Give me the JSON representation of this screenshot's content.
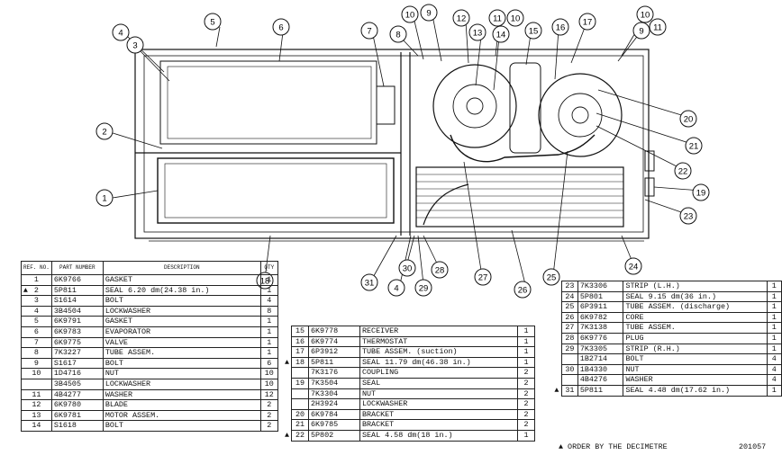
{
  "callouts": [
    {
      "n": "5"
    },
    {
      "n": "6"
    },
    {
      "n": "4"
    },
    {
      "n": "3"
    },
    {
      "n": "2"
    },
    {
      "n": "1"
    },
    {
      "n": "10"
    },
    {
      "n": "9"
    },
    {
      "n": "8"
    },
    {
      "n": "12"
    },
    {
      "n": "13"
    },
    {
      "n": "11"
    },
    {
      "n": "10"
    },
    {
      "n": "14"
    },
    {
      "n": "15"
    },
    {
      "n": "16"
    },
    {
      "n": "17"
    },
    {
      "n": "10"
    },
    {
      "n": "9"
    },
    {
      "n": "11"
    },
    {
      "n": "7"
    },
    {
      "n": "20"
    },
    {
      "n": "21"
    },
    {
      "n": "22"
    },
    {
      "n": "19"
    },
    {
      "n": "23"
    },
    {
      "n": "24"
    },
    {
      "n": "18"
    },
    {
      "n": "31"
    },
    {
      "n": "30"
    },
    {
      "n": "28"
    },
    {
      "n": "4"
    },
    {
      "n": "29"
    },
    {
      "n": "27"
    },
    {
      "n": "26"
    },
    {
      "n": "25"
    }
  ],
  "table_header": {
    "ref_no": "REF. NO.",
    "part_number": "PART NUMBER",
    "description": "DESCRIPTION",
    "qty": "QTY"
  },
  "table1": [
    {
      "mark": "",
      "no": "1",
      "part": "6K9766",
      "desc": "GASKET",
      "qty": "1"
    },
    {
      "mark": "▲",
      "no": "2",
      "part": "5P811",
      "desc": "SEAL         6.20 dm(24.38 in.)",
      "qty": "1"
    },
    {
      "mark": "",
      "no": "3",
      "part": "S1614",
      "desc": "BOLT",
      "qty": "4"
    },
    {
      "mark": "",
      "no": "4",
      "part": "3B4504",
      "desc": "LOCKWASHER",
      "qty": "8"
    },
    {
      "mark": "",
      "no": "5",
      "part": "6K9791",
      "desc": "GASKET",
      "qty": "1"
    },
    {
      "mark": "",
      "no": "6",
      "part": "6K9783",
      "desc": "EVAPORATOR",
      "qty": "1"
    },
    {
      "mark": "",
      "no": "7",
      "part": "6K9775",
      "desc": "VALVE",
      "qty": "1"
    },
    {
      "mark": "",
      "no": "8",
      "part": "7K3227",
      "desc": "TUBE ASSEM.",
      "qty": "1"
    },
    {
      "mark": "",
      "no": "9",
      "part": "S1617",
      "desc": "BOLT",
      "qty": "6"
    },
    {
      "mark": "",
      "no": "10",
      "part": "1D4716",
      "desc": "NUT",
      "qty": "10"
    },
    {
      "mark": "",
      "no": "",
      "part": "3B4505",
      "desc": "LOCKWASHER",
      "qty": "10"
    },
    {
      "mark": "",
      "no": "11",
      "part": "4B4277",
      "desc": "WASHER",
      "qty": "12"
    },
    {
      "mark": "",
      "no": "12",
      "part": "6K9780",
      "desc": "BLADE",
      "qty": "2"
    },
    {
      "mark": "",
      "no": "13",
      "part": "6K9781",
      "desc": "MOTOR ASSEM.",
      "qty": "2"
    },
    {
      "mark": "",
      "no": "14",
      "part": "S1618",
      "desc": "BOLT",
      "qty": "2"
    }
  ],
  "table2": [
    {
      "mark": "",
      "no": "15",
      "part": "6K9778",
      "desc": "RECEIVER",
      "qty": "1"
    },
    {
      "mark": "",
      "no": "16",
      "part": "6K9774",
      "desc": "THERMOSTAT",
      "qty": "1"
    },
    {
      "mark": "",
      "no": "17",
      "part": "6P3912",
      "desc": "TUBE ASSEM.   (suction)",
      "qty": "1"
    },
    {
      "mark": "▲",
      "no": "18",
      "part": "5P811",
      "desc": "SEAL        11.79 dm(46.38 in.)",
      "qty": "1"
    },
    {
      "mark": "",
      "no": "",
      "part": "7K3176",
      "desc": "COUPLING",
      "qty": "2"
    },
    {
      "mark": "",
      "no": "19",
      "part": "7K3504",
      "desc": "SEAL",
      "qty": "2"
    },
    {
      "mark": "",
      "no": "",
      "part": "7K3304",
      "desc": "NUT",
      "qty": "2"
    },
    {
      "mark": "",
      "no": "",
      "part": "2H3924",
      "desc": "LOCKWASHER",
      "qty": "2"
    },
    {
      "mark": "",
      "no": "20",
      "part": "6K9784",
      "desc": "BRACKET",
      "qty": "2"
    },
    {
      "mark": "",
      "no": "21",
      "part": "6K9785",
      "desc": "BRACKET",
      "qty": "2"
    },
    {
      "mark": "▲",
      "no": "22",
      "part": "5P802",
      "desc": "SEAL        4.58 dm(18 in.)",
      "qty": "1"
    }
  ],
  "table3": [
    {
      "mark": "",
      "no": "23",
      "part": "7K3306",
      "desc": "STRIP         (L.H.)",
      "qty": "1"
    },
    {
      "mark": "",
      "no": "24",
      "part": "5P801",
      "desc": "SEAL       9.15 dm(36 in.)",
      "qty": "1"
    },
    {
      "mark": "",
      "no": "25",
      "part": "6P3911",
      "desc": "TUBE ASSEM.  (discharge)",
      "qty": "1"
    },
    {
      "mark": "",
      "no": "26",
      "part": "6K9782",
      "desc": "CORE",
      "qty": "1"
    },
    {
      "mark": "",
      "no": "27",
      "part": "7K3138",
      "desc": "TUBE ASSEM.",
      "qty": "1"
    },
    {
      "mark": "",
      "no": "28",
      "part": "6K9776",
      "desc": "PLUG",
      "qty": "1"
    },
    {
      "mark": "",
      "no": "29",
      "part": "7K3305",
      "desc": "STRIP         (R.H.)",
      "qty": "1"
    },
    {
      "mark": "",
      "no": "",
      "part": "1B2714",
      "desc": "BOLT",
      "qty": "4"
    },
    {
      "mark": "",
      "no": "30",
      "part": "1B4330",
      "desc": "NUT",
      "qty": "4"
    },
    {
      "mark": "",
      "no": "",
      "part": "4B4276",
      "desc": "WASHER",
      "qty": "4"
    },
    {
      "mark": "▲",
      "no": "31",
      "part": "5P811",
      "desc": "SEAL       4.48 dm(17.62 in.)",
      "qty": "1"
    }
  ],
  "footnote": "▲ ORDER BY THE DECIMETRE",
  "figure_id": "201057"
}
